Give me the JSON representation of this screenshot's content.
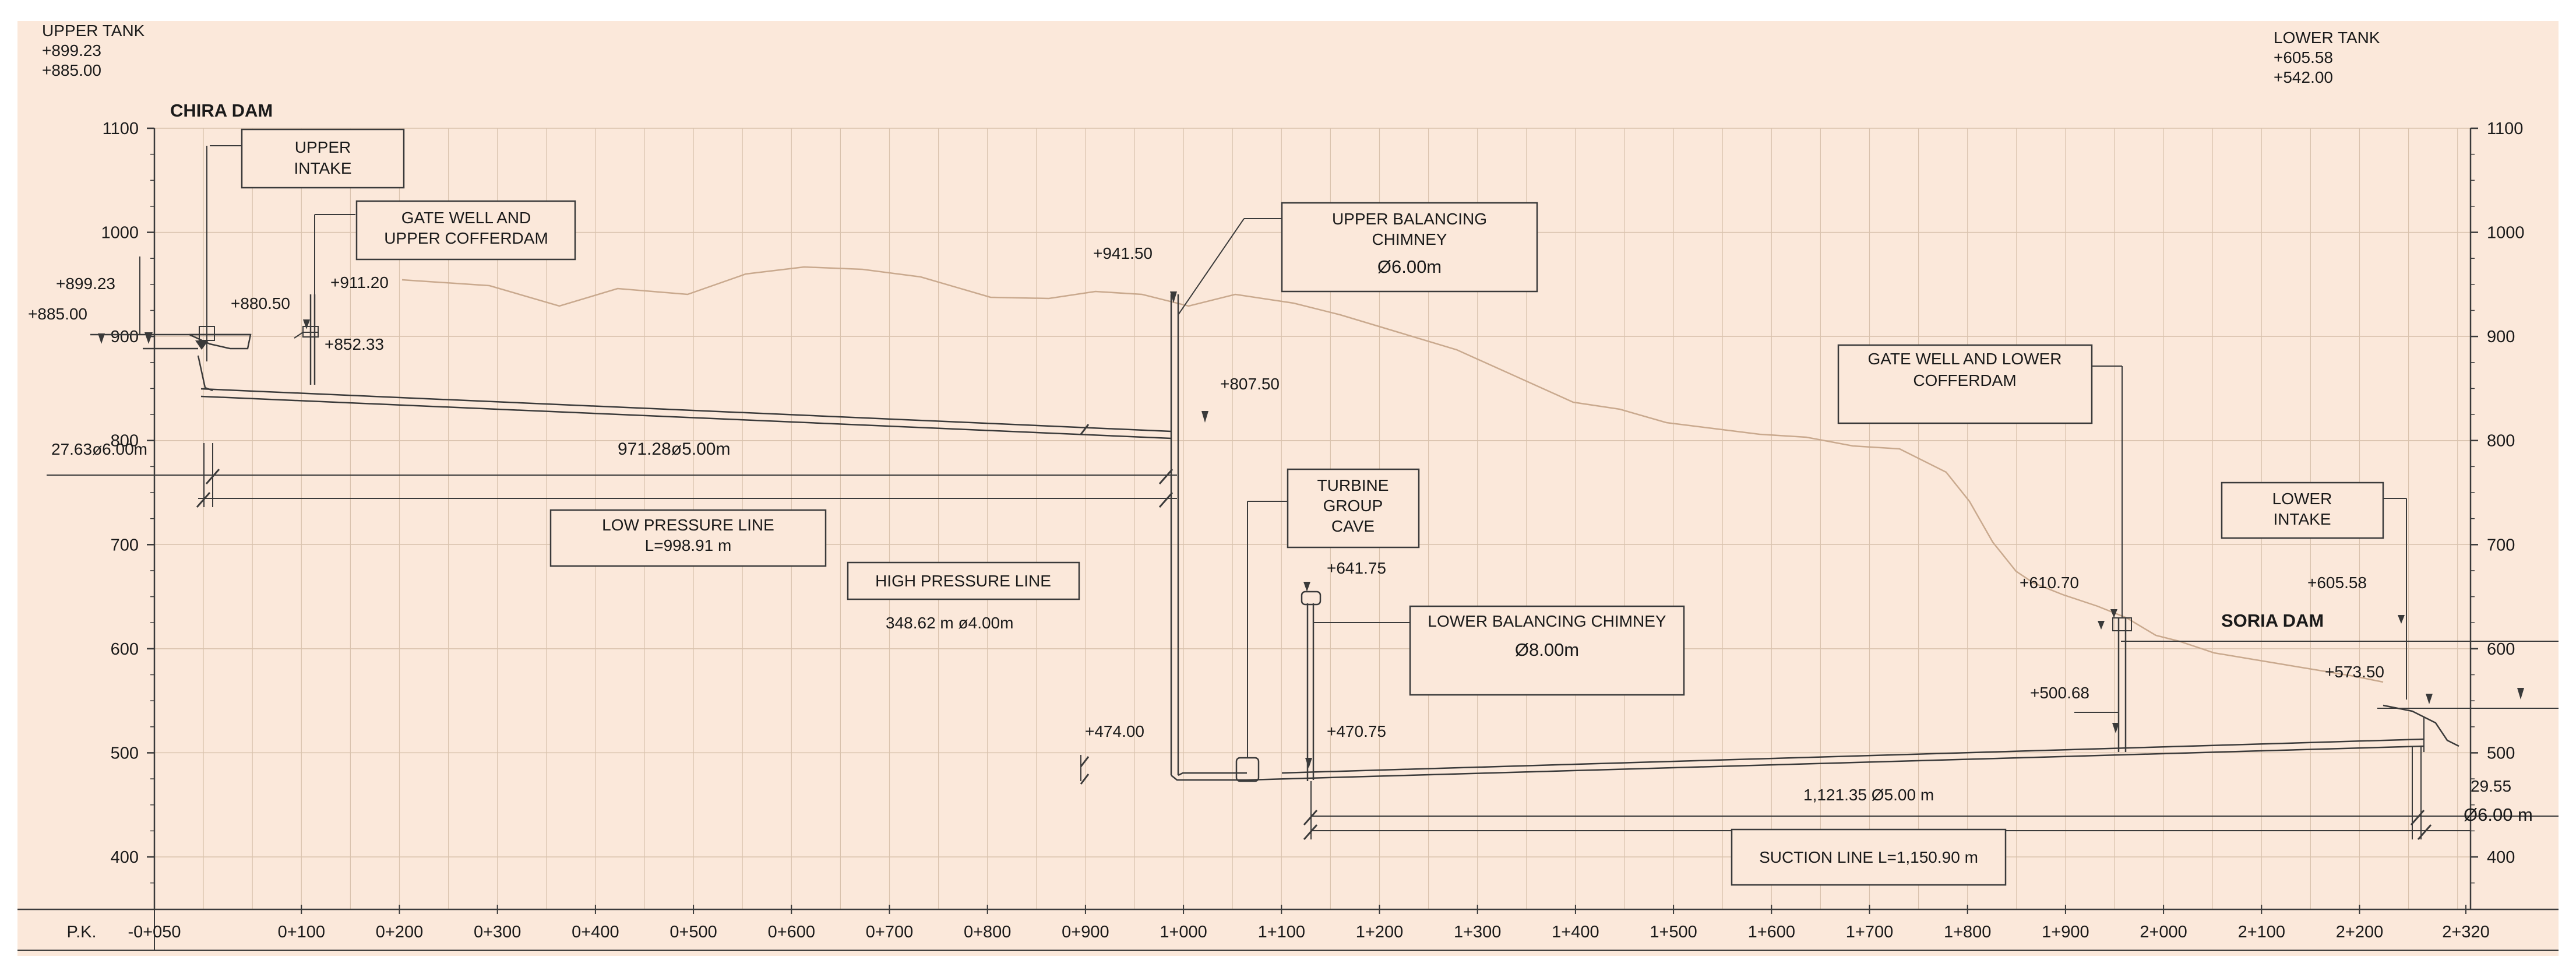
{
  "colors": {
    "background": "#fbe8da",
    "grid": "#d9c2ad",
    "pipe": "#3a3a3a",
    "terrain": "#c9a98e"
  },
  "corner": {
    "upper_tank_title": "UPPER TANK",
    "upper_tank_l1": "+899.23",
    "upper_tank_l2": "+885.00",
    "lower_tank_title": "LOWER TANK",
    "lower_tank_l1": "+605.58",
    "lower_tank_l2": "+542.00"
  },
  "dams": {
    "chira": "CHIRA DAM",
    "soria": "SORIA DAM"
  },
  "boxes": {
    "upper_intake_l1": "UPPER",
    "upper_intake_l2": "INTAKE",
    "gate_upper_l1": "GATE WELL AND",
    "gate_upper_l2": "UPPER COFFERDAM",
    "ubc_l1": "UPPER BALANCING",
    "ubc_l2": "CHIMNEY",
    "ubc_l3": "Ø6.00m",
    "turbine_l1": "TURBINE",
    "turbine_l2": "GROUP",
    "turbine_l3": "CAVE",
    "lbc_l1": "LOWER BALANCING  CHIMNEY",
    "lbc_l2": "Ø8.00m",
    "gate_lower_l1": "GATE WELL AND LOWER",
    "gate_lower_l2": "COFFERDAM",
    "lower_intake_l1": "LOWER",
    "lower_intake_l2": "INTAKE",
    "lpl_l1": "LOW PRESSURE LINE",
    "lpl_l2": "L=998.91 m",
    "hpl": "HIGH PRESSURE LINE",
    "suction": "SUCTION  LINE  L=1,150.90  m"
  },
  "elev_labels": {
    "e899": "+899.23",
    "e885": "+885.00",
    "e880": "+880.50",
    "e911": "+911.20",
    "e852": "+852.33",
    "e941": "+941.50",
    "e807": "+807.50",
    "e641": "+641.75",
    "e474": "+474.00",
    "e470": "+470.75",
    "e610": "+610.70",
    "e500": "+500.68",
    "e605": "+605.58",
    "e573": "+573.50"
  },
  "dims": {
    "d27": "27.63ø6.00m",
    "d971": "971.28ø5.00m",
    "d348": "348.62 m ø4.00m",
    "d1121": "1,121.35  Ø5.00 m",
    "d2955": "29.55",
    "d600": "Ø6.00 m"
  },
  "axis": {
    "y_ticks": [
      "1100",
      "1000",
      "900",
      "800",
      "700",
      "600",
      "500",
      "400"
    ],
    "x_title": "P.K.",
    "x_ticks": [
      "-0+050",
      "0+100",
      "0+200",
      "0+300",
      "0+400",
      "0+500",
      "0+600",
      "0+700",
      "0+800",
      "0+900",
      "1+000",
      "1+100",
      "1+200",
      "1+300",
      "1+400",
      "1+500",
      "1+600",
      "1+700",
      "1+800",
      "1+900",
      "2+000",
      "2+100",
      "2+200",
      "2+320"
    ]
  },
  "chart_data": {
    "type": "line",
    "title": "",
    "xlabel": "P.K.",
    "ylabel": "",
    "xlim": [
      -50,
      2320
    ],
    "ylim": [
      380,
      1100
    ],
    "grid": true,
    "series": [
      {
        "values": [
          {
            "x": -5,
            "y": 880.5
          },
          {
            "x": 100,
            "y": 852.33
          },
          {
            "x": 995,
            "y": 807.5
          },
          {
            "x": 995,
            "y": 474
          },
          {
            "x": 1135,
            "y": 470.75
          },
          {
            "x": 1960,
            "y": 500.68
          },
          {
            "x": 2255,
            "y": 505
          }
        ]
      }
    ]
  }
}
